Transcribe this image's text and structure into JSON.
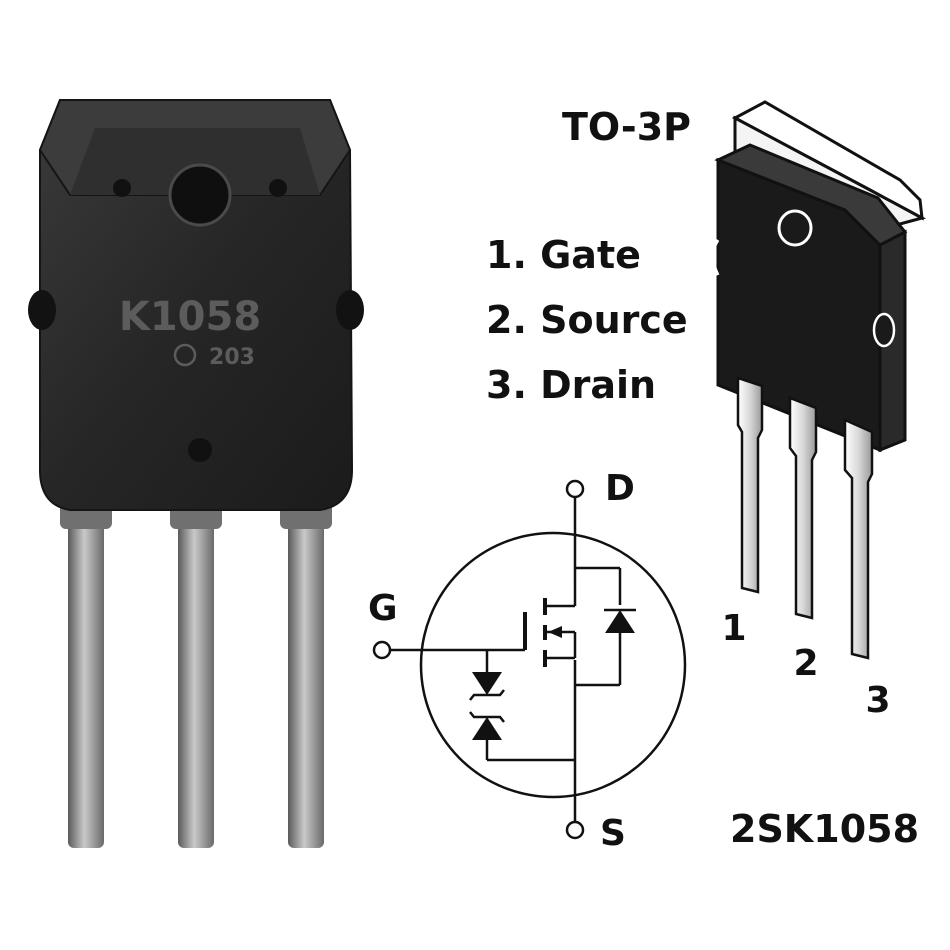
{
  "package": {
    "name": "TO-3P",
    "part_marking": "K1058",
    "lot_marking": "203"
  },
  "pinout": [
    {
      "number": "1",
      "label": "1. Gate"
    },
    {
      "number": "2",
      "label": "2. Source"
    },
    {
      "number": "3",
      "label": "3. Drain"
    }
  ],
  "symbol": {
    "drain": "D",
    "gate": "G",
    "source": "S"
  },
  "part_number": "2SK1058",
  "colors": {
    "background": "#ffffff",
    "body": "#202020",
    "tab": "#2e2e2e",
    "lead": "#9a9a9a",
    "ink": "#111111"
  }
}
